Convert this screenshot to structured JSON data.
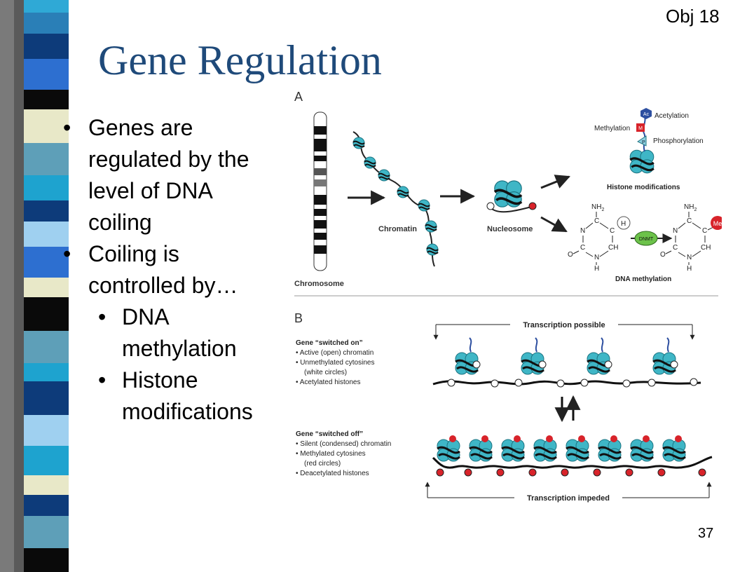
{
  "slide": {
    "title": "Gene Regulation",
    "objective_tag": "Obj 18",
    "page_number": "37"
  },
  "bullets": [
    {
      "level": 1,
      "text": "Genes are regulated by the level of DNA coiling"
    },
    {
      "level": 1,
      "text": "Coiling is controlled by…"
    },
    {
      "level": 2,
      "text": "DNA methylation"
    },
    {
      "level": 2,
      "text": "Histone modifications"
    }
  ],
  "figure": {
    "panel_a": "A",
    "panel_b": "B",
    "chromosome": "Chromosome",
    "chromatin": "Chromatin",
    "nucleosome": "Nucleosome",
    "acetylation": "Acetylation",
    "methylation": "Methylation",
    "phosphorylation": "Phosphorylation",
    "histone_modifications": "Histone modifications",
    "dna_methylation": "DNA methylation",
    "dnmt": "DNMT",
    "nh2": "NH",
    "sub2": "2",
    "atom_n": "N",
    "atom_c": "C",
    "atom_o": "O",
    "atom_h": "H",
    "atom_ch": "CH",
    "me": "Me",
    "ac": "Ac",
    "m": "M",
    "p": "P",
    "h_circle": "H",
    "on_title": "Gene “switched on”",
    "on_items": [
      "• Active (open) chromatin",
      "• Unmethylated cytosines",
      "(white circles)",
      "• Acetylated histones"
    ],
    "off_title": "Gene “switched off”",
    "off_items": [
      "• Silent (condensed) chromatin",
      "• Methylated cytosines",
      "(red circles)",
      "• Deacetylated histones"
    ],
    "transcription_possible": "Transcription possible",
    "transcription_impeded": "Transcription impeded"
  },
  "colors": {
    "title": "#1f4a7a",
    "nucleosome": "#3fb6c6",
    "methyl_red": "#d8232a",
    "dnmt_green": "#6cc24a"
  }
}
